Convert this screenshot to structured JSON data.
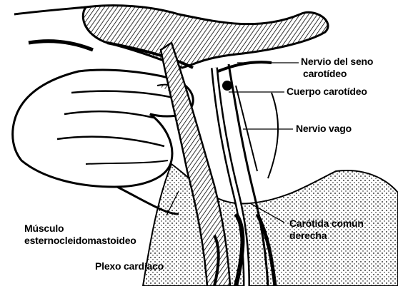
{
  "labels": {
    "nervio_seno": [
      "Nervio del seno",
      "carotídeo"
    ],
    "cuerpo_carotideo": "Cuerpo carotídeo",
    "nervio_vago": "Nervio vago",
    "musculo": [
      "Músculo",
      "esternocleidomastoideo"
    ],
    "plexo_cardiaco": "Plexo cardíaco",
    "carotida": [
      "Carótida común",
      "derecha"
    ]
  }
}
